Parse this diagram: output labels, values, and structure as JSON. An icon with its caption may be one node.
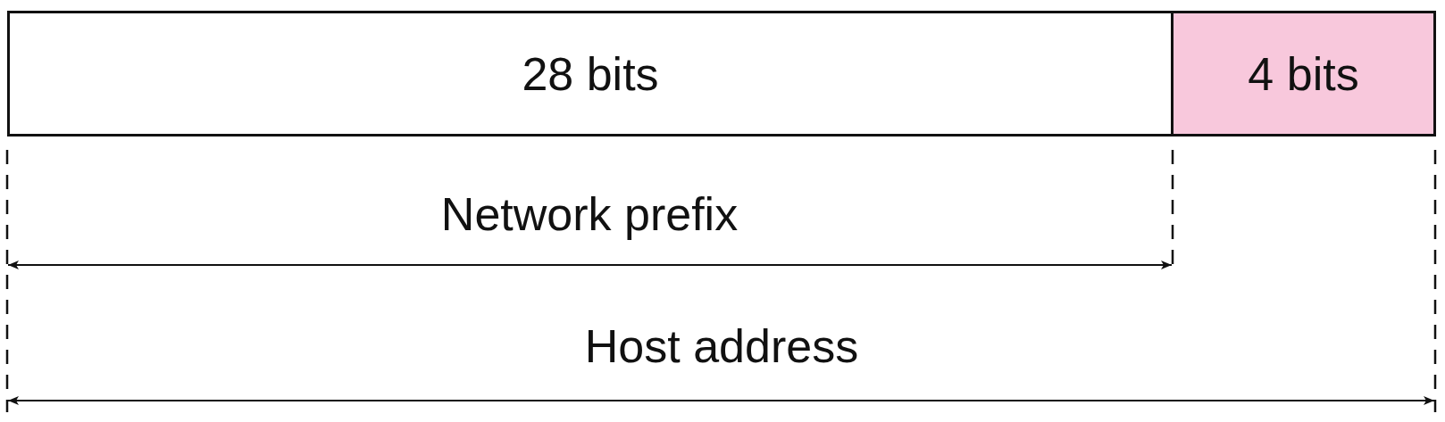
{
  "diagram": {
    "nodes": [
      {
        "text": [
          "28 bits"
        ]
      },
      {
        "text": [
          "4 bits"
        ]
      }
    ],
    "labels": [
      "Network prefix",
      "Host address"
    ]
  }
}
